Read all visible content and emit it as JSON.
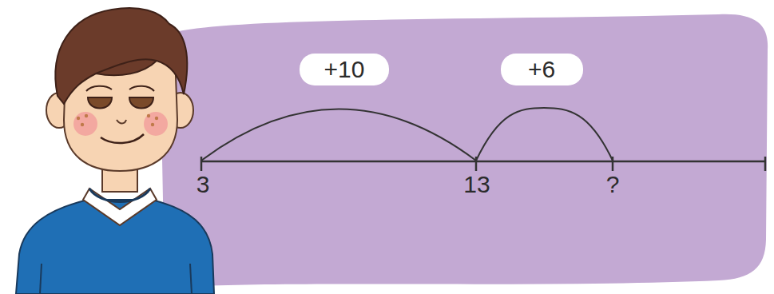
{
  "diagram": {
    "nodes": [
      {
        "text": [
          "+10"
        ]
      },
      {
        "text": [
          "+6"
        ]
      }
    ],
    "labels": [
      "3",
      "13",
      "?"
    ]
  }
}
